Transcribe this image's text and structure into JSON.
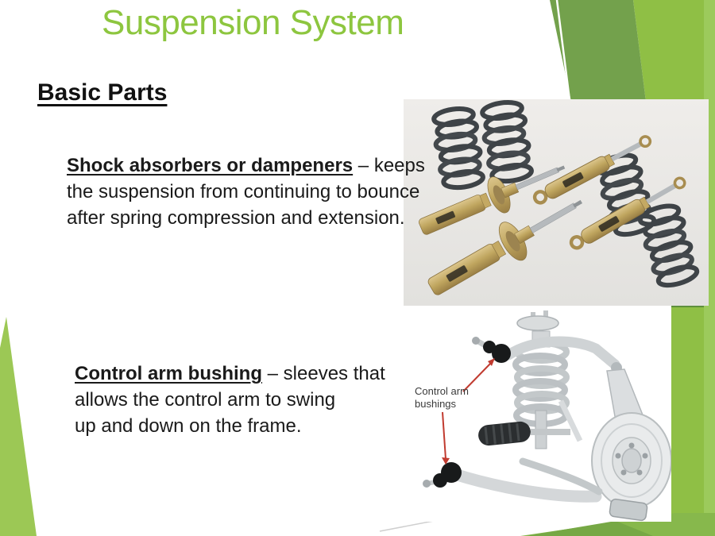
{
  "slide": {
    "title": "Suspension System",
    "heading": "Basic Parts",
    "items": [
      {
        "term": "Shock absorbers or dampeners",
        "after_term": " – keeps",
        "lines": [
          "the suspension from continuing to bounce",
          "after spring compression and extension."
        ]
      },
      {
        "term": "Control arm bushing",
        "after_term": " – sleeves that",
        "lines": [
          "allows the control arm to swing",
          "up and down on the frame."
        ]
      }
    ]
  },
  "annotations": {
    "control_arm_label": "Control arm bushings"
  },
  "colors": {
    "title_green": "#8DC63F",
    "heading_black": "#111111",
    "body_black": "#1A1A1A",
    "shape_green_dark": "#73A14C",
    "shape_green_mid": "#8FBF45",
    "shape_green_light": "#9CCA5C",
    "shape_green_deep": "#5E8F3C",
    "shape_green_wedge": "#87B84C",
    "shape_green_wedge_dark": "#76A845",
    "shape_green_corner": "#9CC855",
    "photo_bg": "#EAE9E6",
    "arrow_red": "#C13B30",
    "label_gray": "#3A3A3A"
  }
}
